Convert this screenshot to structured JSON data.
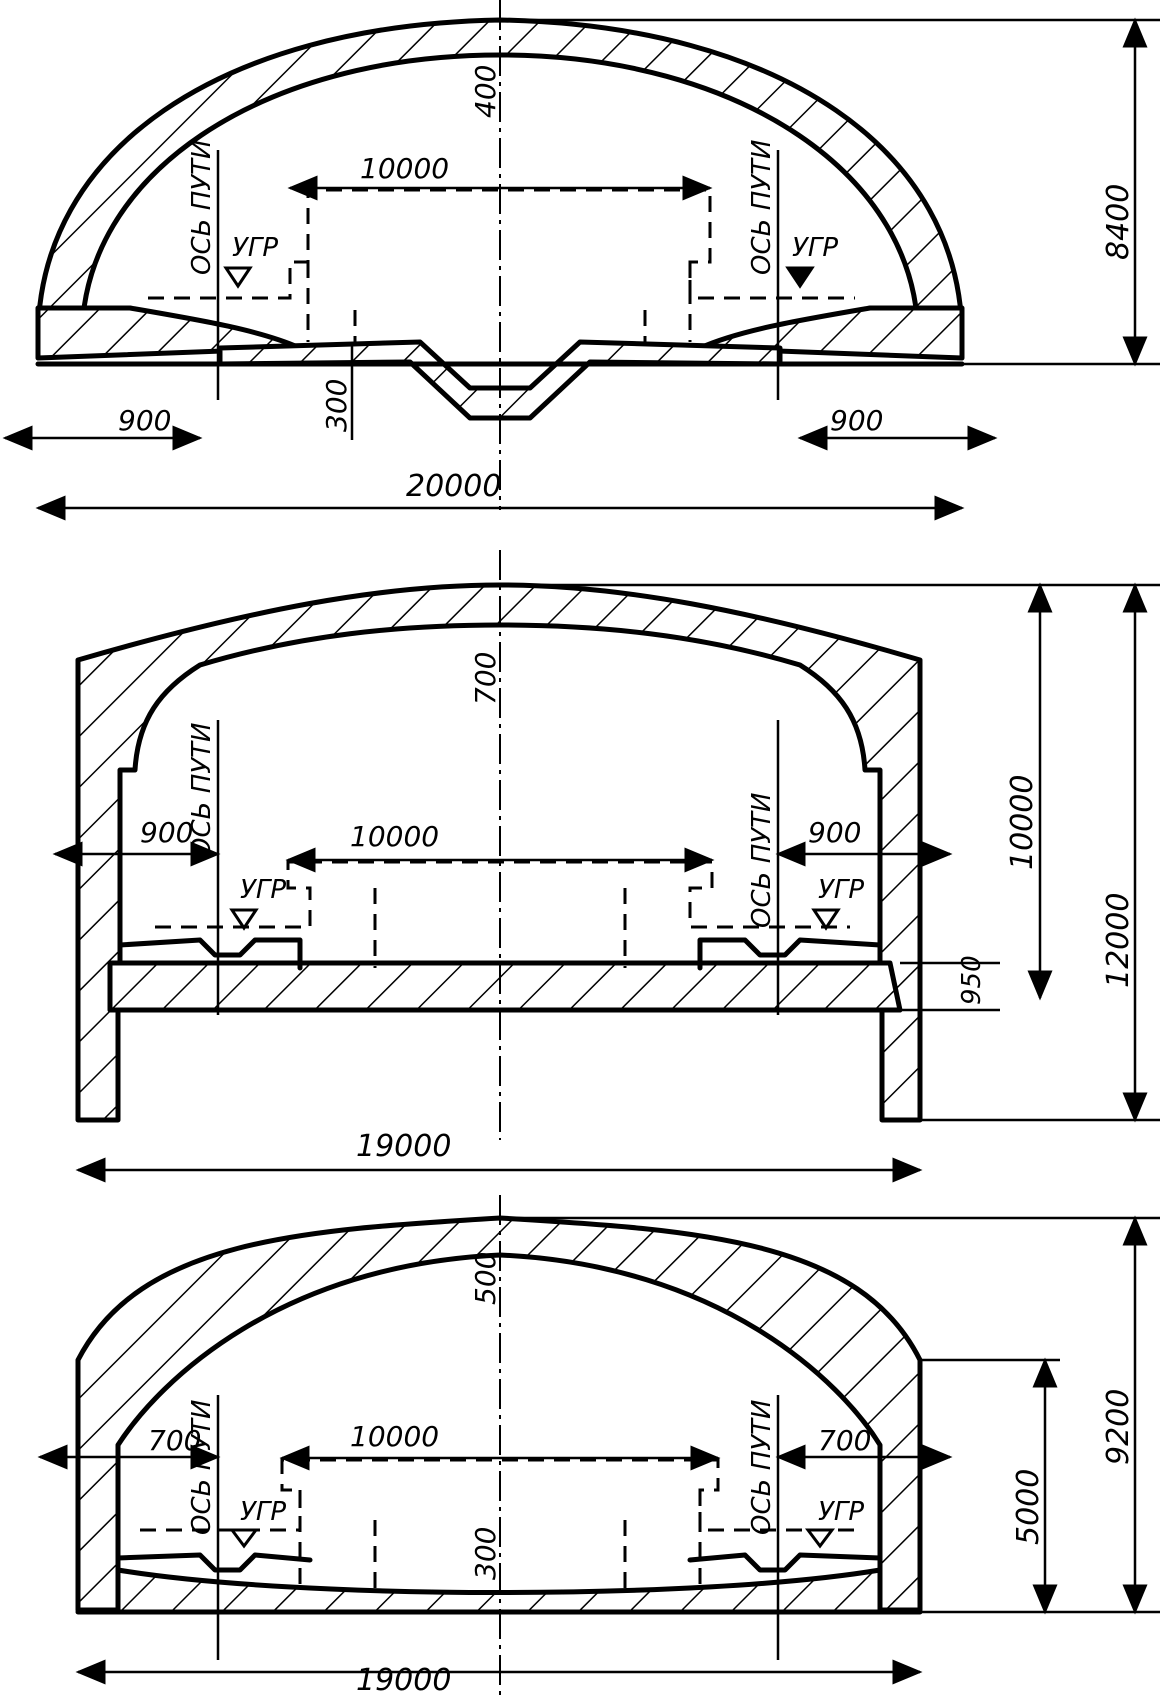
{
  "sections": [
    {
      "id": "top",
      "dims": {
        "crown": "400",
        "gauge": "10000",
        "height": "8400",
        "left_clear": "900",
        "right_clear": "900",
        "floor": "300",
        "width": "20000"
      },
      "labels": {
        "track_axis": "ОСЬ ПУТИ",
        "water_level": "УГР"
      }
    },
    {
      "id": "middle",
      "dims": {
        "crown": "700",
        "gauge": "10000",
        "inner_height": "10000",
        "total_height": "12000",
        "left_clear": "900",
        "right_clear": "900",
        "slab": "950",
        "width": "19000"
      },
      "labels": {
        "track_axis": "ОСЬ ПУТИ",
        "water_level": "УГР"
      }
    },
    {
      "id": "bottom",
      "dims": {
        "crown": "500",
        "gauge": "10000",
        "height": "9200",
        "wall": "5000",
        "left_clear": "700",
        "right_clear": "700",
        "floor": "300",
        "width": "19000"
      },
      "labels": {
        "track_axis": "ОСЬ ПУТИ",
        "water_level": "УГР"
      }
    }
  ]
}
